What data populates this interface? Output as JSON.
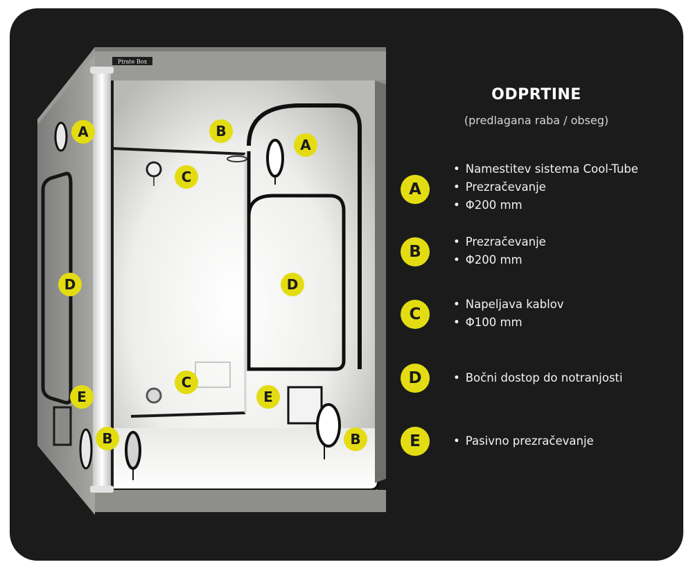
{
  "title": "ODPRTINE",
  "subtitle": "(predlagana raba / obseg)",
  "brand_logo_text": "Pirate Box",
  "colors": {
    "panel": "#1b1b1b",
    "badge": "#e4dc12",
    "badge_text": "#1b1b1b",
    "text": "#ffffff"
  },
  "legend": [
    {
      "letter": "A",
      "items": [
        "Namestitev sistema Cool-Tube",
        "Prezračevanje",
        "Φ200 mm"
      ]
    },
    {
      "letter": "B",
      "items": [
        "Prezračevanje",
        "Φ200 mm"
      ]
    },
    {
      "letter": "C",
      "items": [
        "Napeljava kablov",
        "Φ100 mm"
      ]
    },
    {
      "letter": "D",
      "items": [
        "Bočni dostop do notranjosti"
      ]
    },
    {
      "letter": "E",
      "items": [
        "Pasivno prezračevanje"
      ]
    }
  ],
  "image_markers": [
    "A",
    "B",
    "A",
    "C",
    "D",
    "D",
    "C",
    "E",
    "E",
    "B",
    "B"
  ]
}
